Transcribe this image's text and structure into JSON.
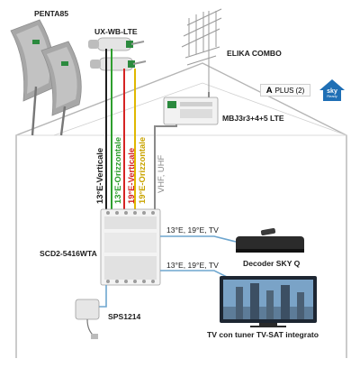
{
  "labels": {
    "penta": "PENTA85",
    "lnb": "UX-WB-LTE",
    "elika": "ELIKA COMBO",
    "amplifier": "MBJ3r3+4+5 LTE",
    "multiswitch": "SCD2-5416WTA",
    "psu": "SPS1214",
    "decoder": "Decoder SKY Q",
    "tv": "TV con tuner TV-SAT integrato",
    "cable_decoder": "13°E, 19°E, TV",
    "cable_tv": "13°E, 19°E, TV"
  },
  "energy_badge": {
    "class": "A",
    "text": "PLUS",
    "code": "(2)"
  },
  "sky_logo": {
    "line1": "sky",
    "line2": "Ready"
  },
  "feeds": [
    {
      "text": "13°E-Verticale",
      "color": "#1e1e1e"
    },
    {
      "text": "13°E-Orizzontale",
      "color": "#2e9e2e"
    },
    {
      "text": "19°E-Verticale",
      "color": "#d52323"
    },
    {
      "text": "19°E-Orizzontale",
      "color": "#e0b800"
    },
    {
      "text": "VHF, UHF",
      "color": "#8a8a8a"
    }
  ],
  "colors": {
    "house_line": "#b0b0b0",
    "dish": "#9a9a9a",
    "sky_blue": "#1f6fb5",
    "fte_green": "#2b8a3e"
  }
}
